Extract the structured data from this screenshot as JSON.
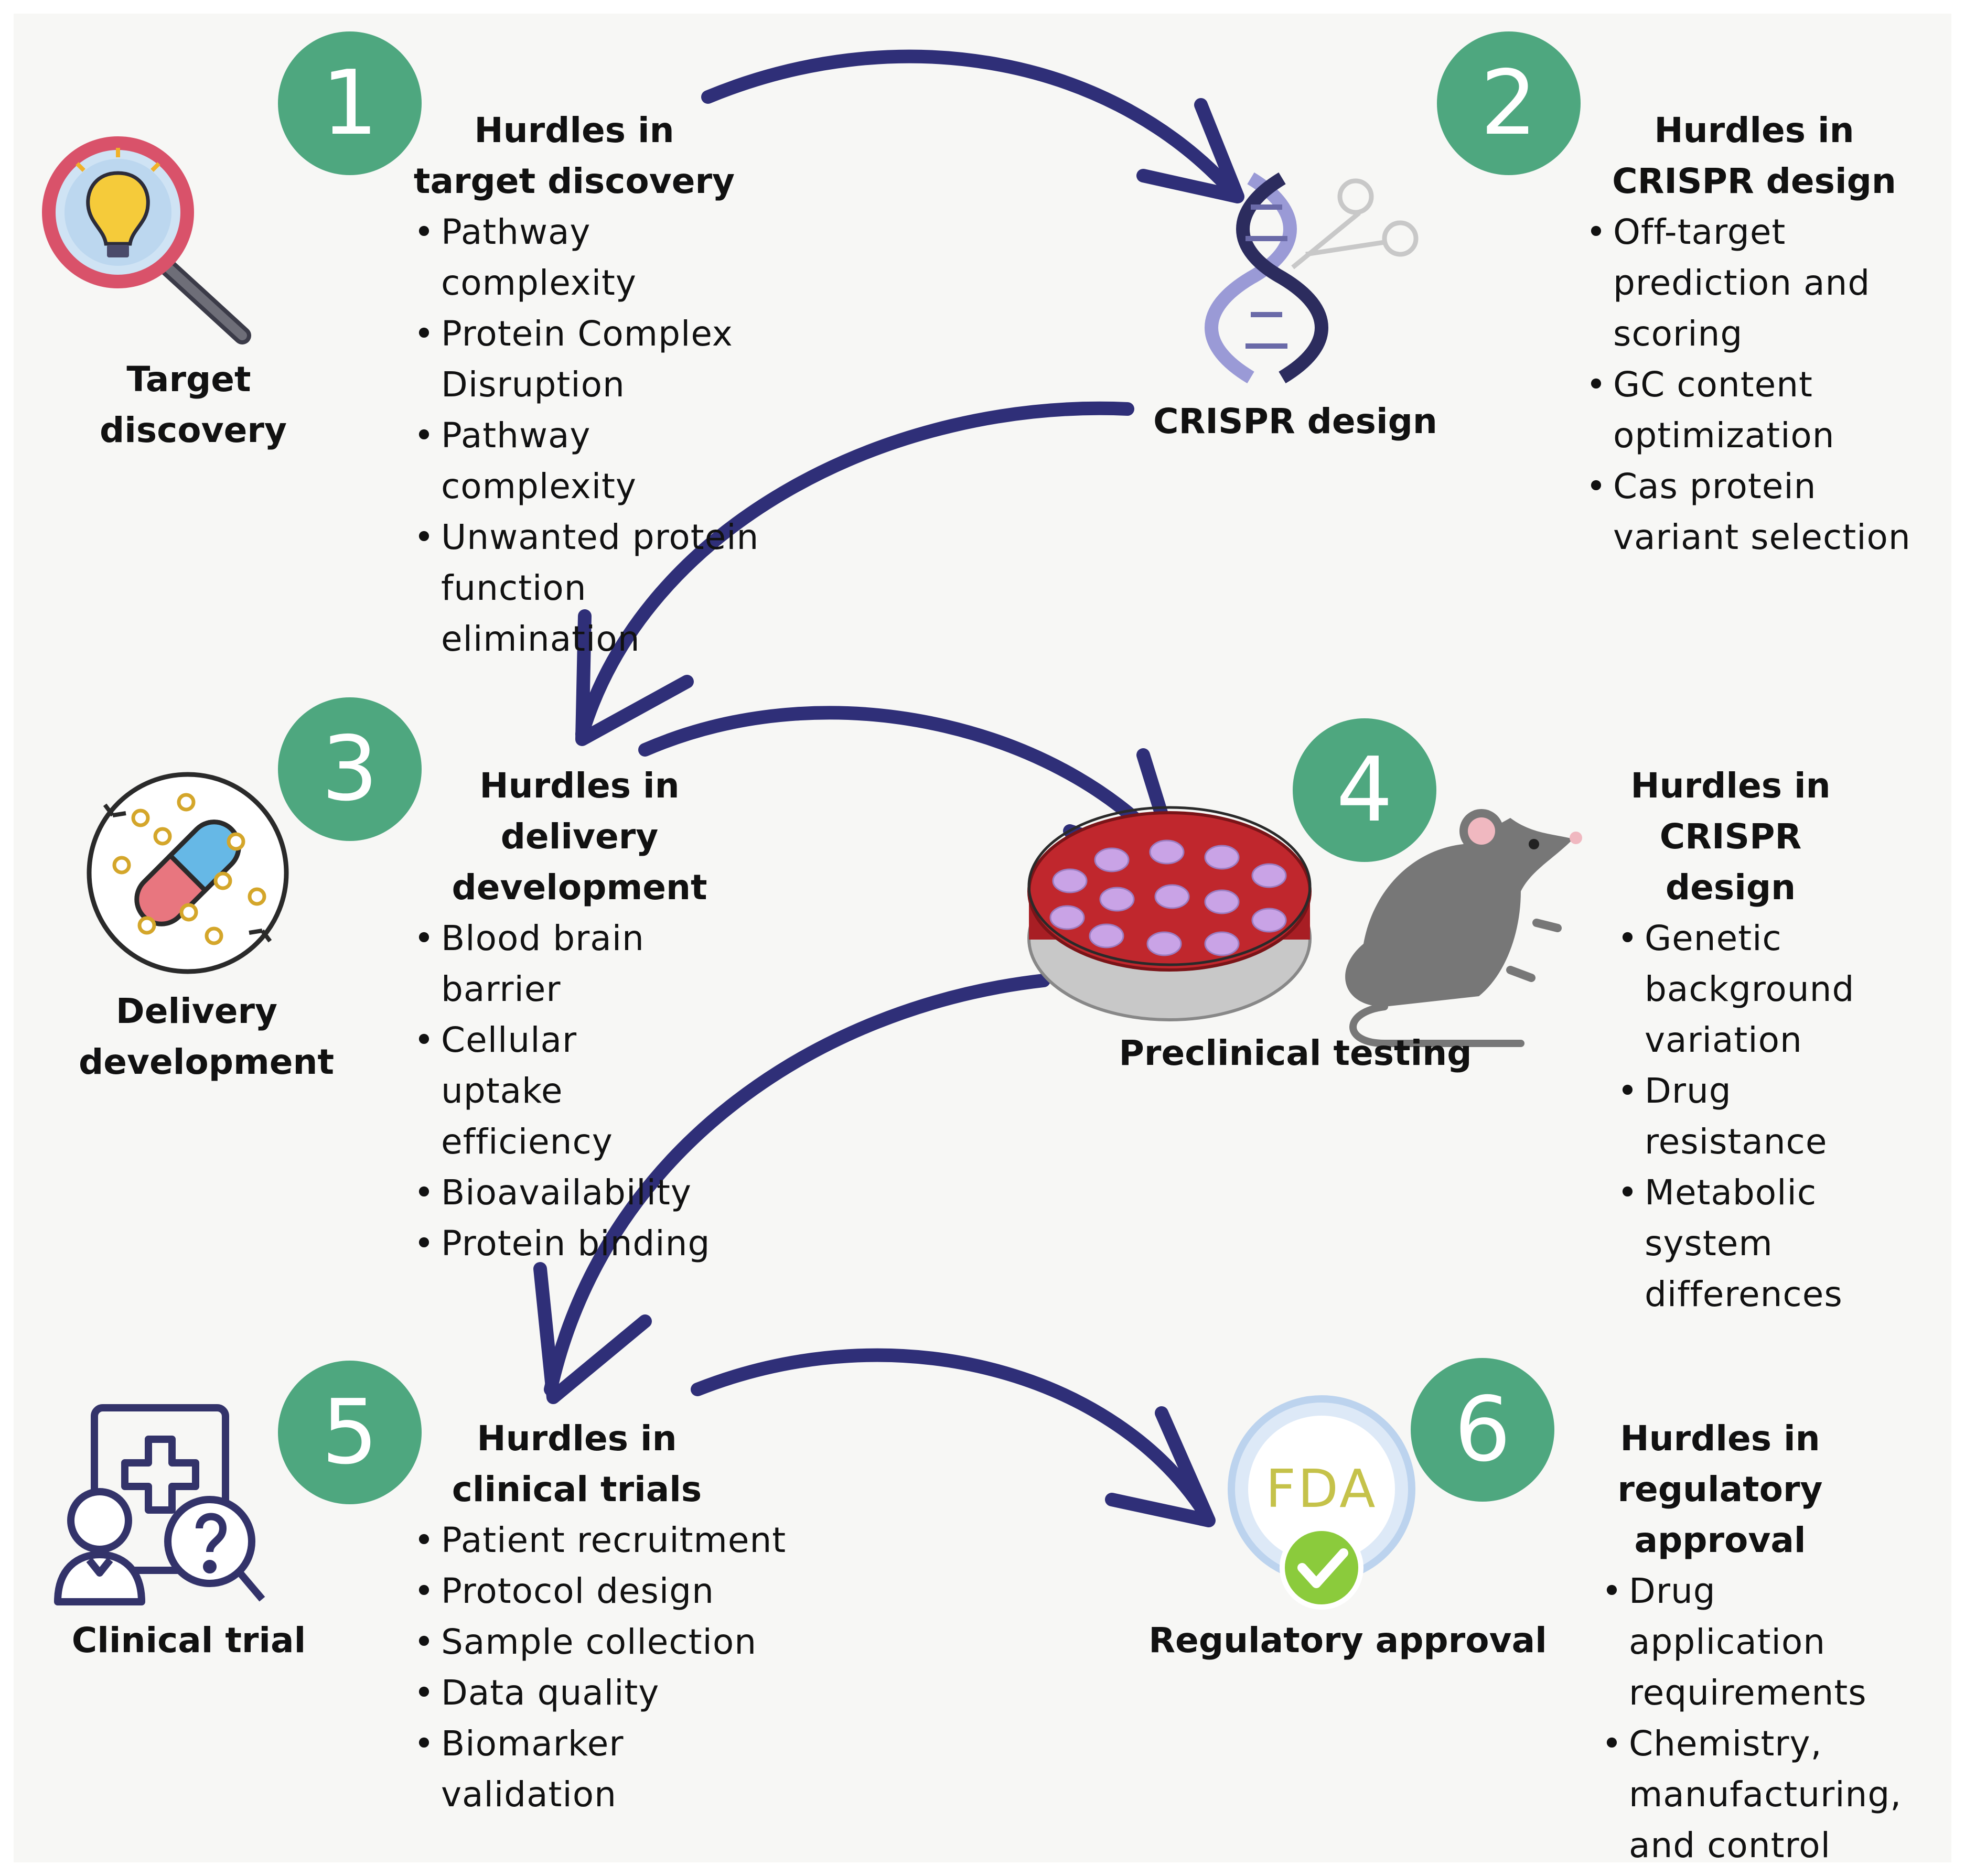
{
  "colors": {
    "arrow": "#2f2f78",
    "badge": "#4ea77f",
    "background": "#f7f7f5"
  },
  "stages": [
    {
      "number": "1",
      "label": "Target discovery",
      "icon": "lightbulb-magnifier-icon",
      "heading": "Hurdles in target discovery",
      "items": [
        "Pathway complexity",
        "Protein Complex Disruption",
        "Pathway complexity",
        "Unwanted protein function elimination"
      ]
    },
    {
      "number": "2",
      "label": "CRISPR design",
      "icon": "dna-scissors-icon",
      "heading": "Hurdles in CRISPR design",
      "items": [
        "Off-target prediction and scoring",
        "GC content optimization",
        "Cas protein variant selection"
      ]
    },
    {
      "number": "3",
      "label": "Delivery development",
      "icon": "drug-capsule-icon",
      "heading": "Hurdles in delivery development",
      "items": [
        "Blood brain barrier",
        "Cellular uptake efficiency",
        "Bioavailability",
        "Protein binding"
      ]
    },
    {
      "number": "4",
      "label": "Preclinical testing",
      "icon": "petri-dish-mouse-icon",
      "heading": "Hurdles in CRISPR design",
      "items": [
        "Genetic background variation",
        "Drug resistance",
        "Metabolic system differences"
      ]
    },
    {
      "number": "5",
      "label": "Clinical trial",
      "icon": "clinician-search-icon",
      "heading": "Hurdles in clinical trials",
      "items": [
        "Patient recruitment",
        "Protocol design",
        "Sample collection",
        "Data quality",
        "Biomarker validation"
      ]
    },
    {
      "number": "6",
      "label": "Regulatory approval",
      "icon": "fda-seal-icon",
      "seal_text": "FDA",
      "heading": "Hurdles in regulatory approval",
      "items": [
        "Drug application requirements",
        "Chemistry, manufacturing, and control documentation"
      ]
    }
  ]
}
